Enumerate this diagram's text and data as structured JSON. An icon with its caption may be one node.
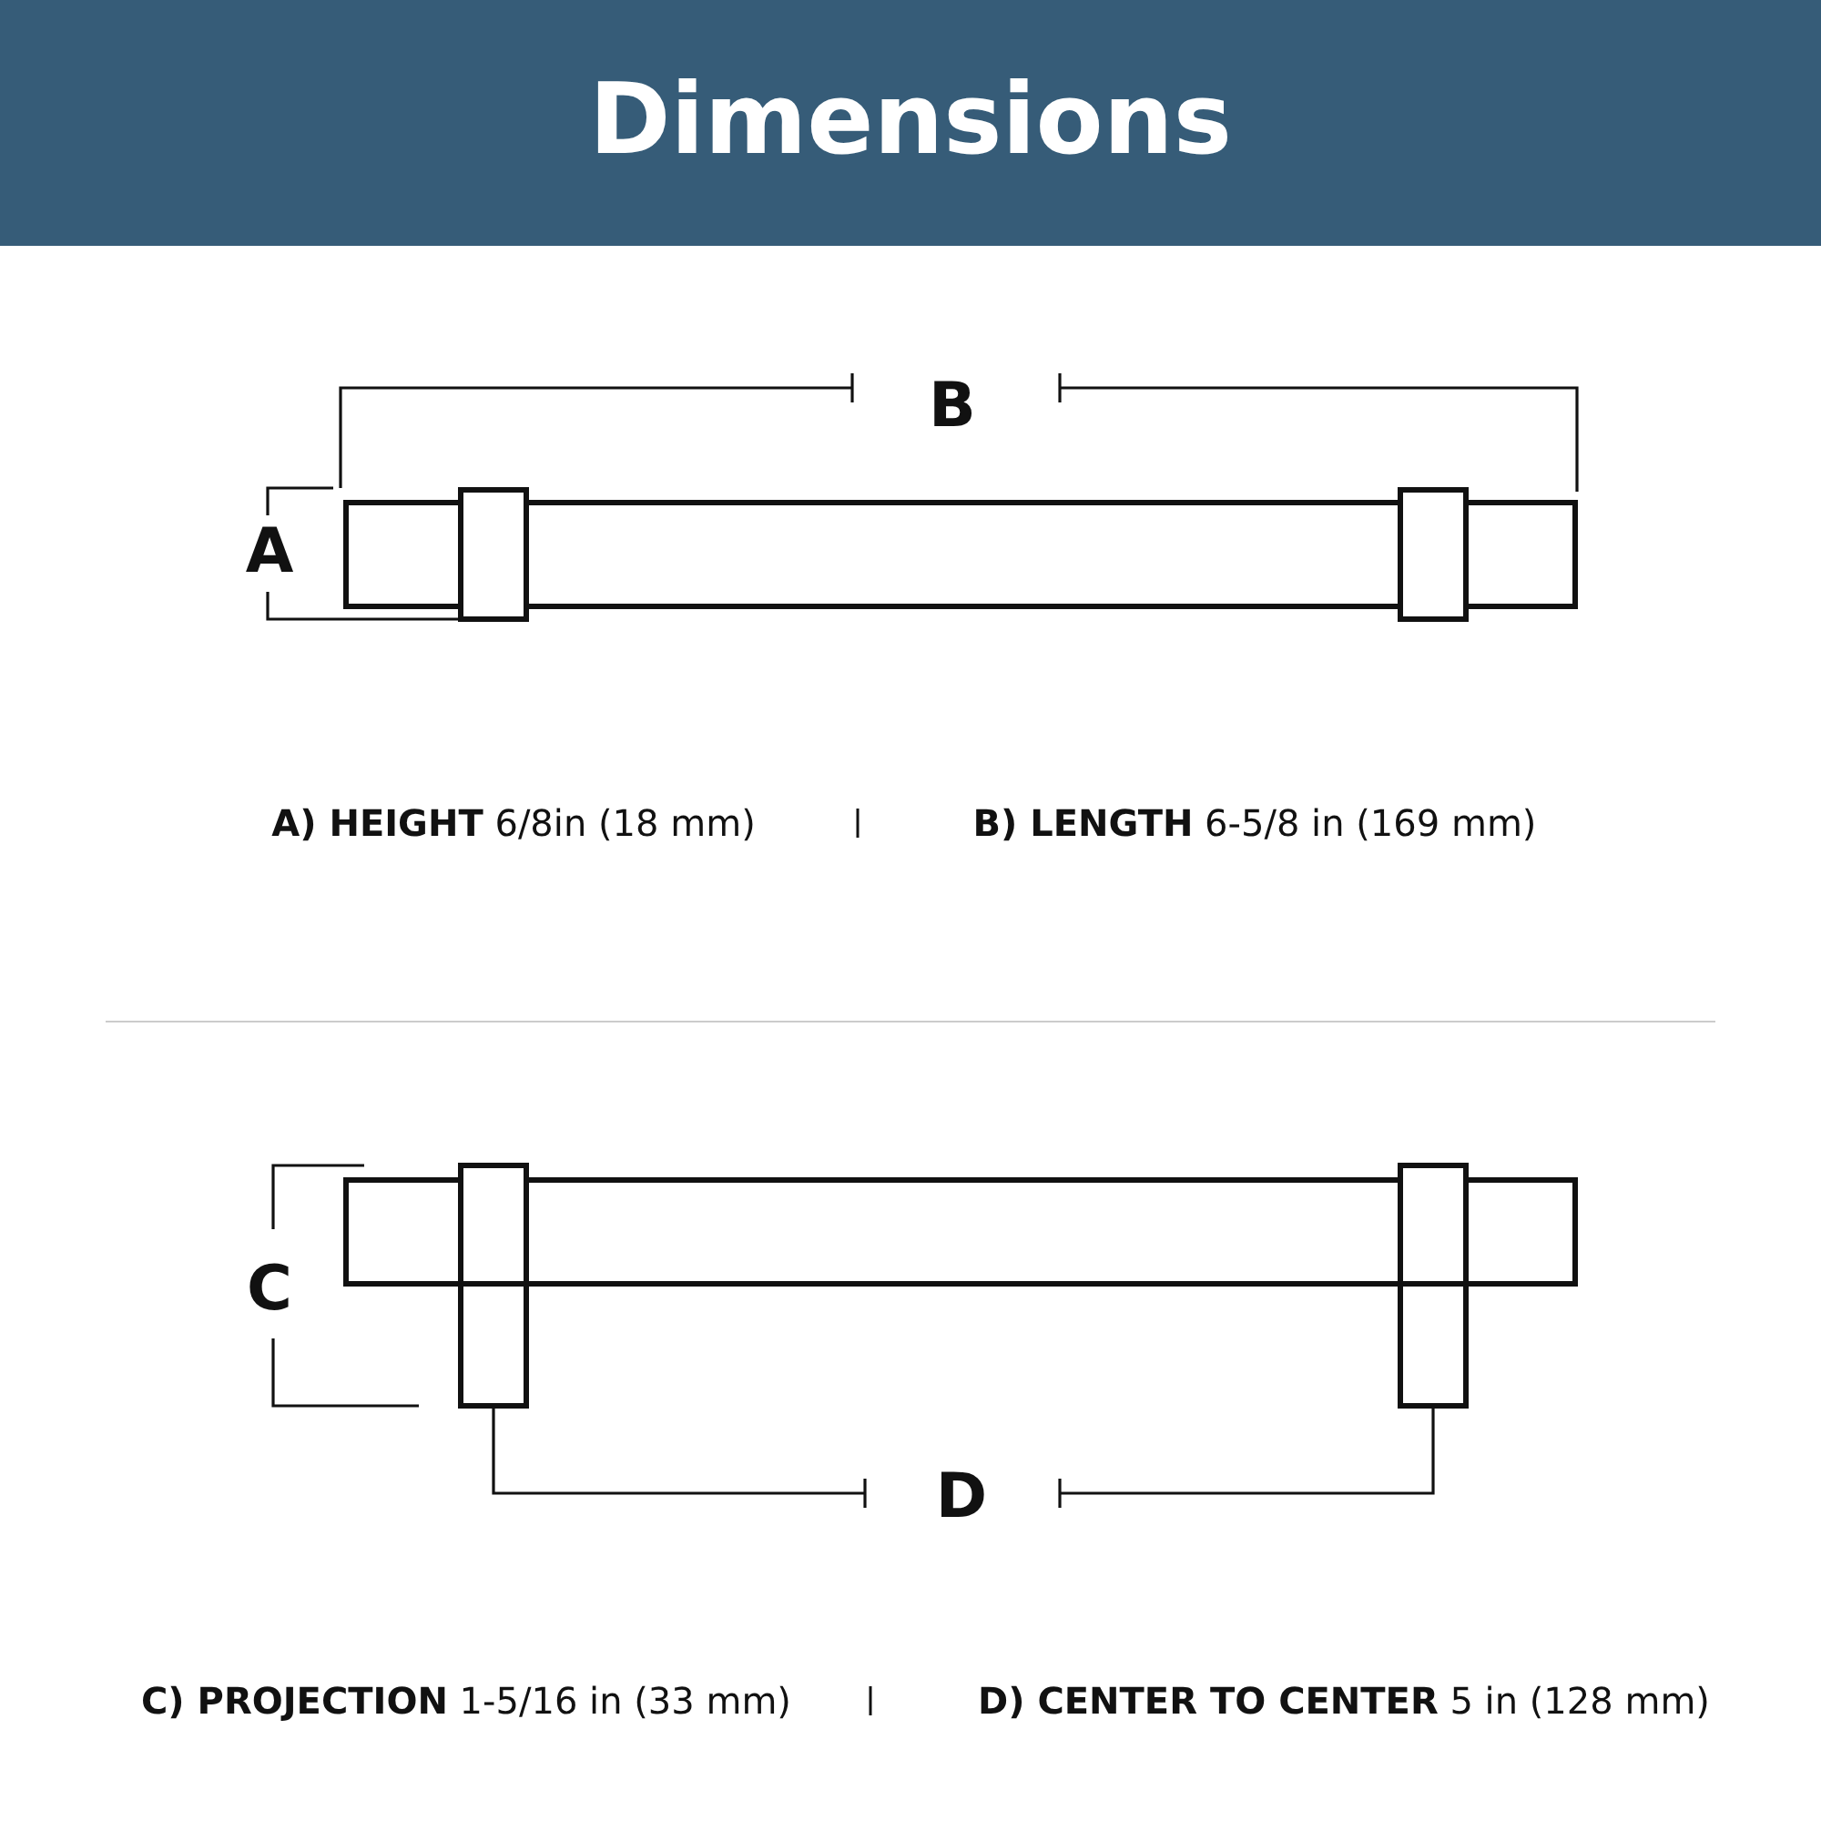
{
  "diagram": {
    "title": "Dimensions",
    "labels": [
      "B",
      "A",
      "**A) HEIGHT** 6/8in (18 mm)",
      "**B) LENGTH** 6-5/8 in (169 mm)",
      "C",
      "D",
      "**C) PROJECTION** 1-5/16 in (33 mm)",
      "**D) CENTER TO CENTER** 5 in (128 mm)"
    ]
  }
}
